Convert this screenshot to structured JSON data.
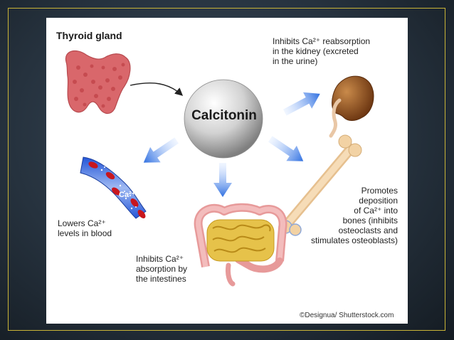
{
  "diagram": {
    "title": "Thyroid gland",
    "center": "Calcitonin",
    "kidney_text": [
      "Inhibits Ca²⁺ reabsorption",
      "in the kidney (excreted",
      "in the urine)"
    ],
    "blood_text": [
      "Lowers Ca²⁺",
      "levels in blood"
    ],
    "vessel_label": "Ca²⁺",
    "intestine_text": [
      "Inhibits Ca²⁺",
      "absorption by",
      "the intestines"
    ],
    "bone_text": [
      "Promotes",
      "deposition",
      "of Ca²⁺ into",
      "bones (inhibits",
      "osteoclasts and",
      "stimulates osteoblasts)"
    ],
    "credit": "©Designua/ Shutterstock.com",
    "colors": {
      "arrow": "#2f6fe0",
      "border": "#c9b437",
      "thyroid": "#d9676b",
      "kidney": "#8b4a1e",
      "bone": "#f2d2a4"
    }
  }
}
